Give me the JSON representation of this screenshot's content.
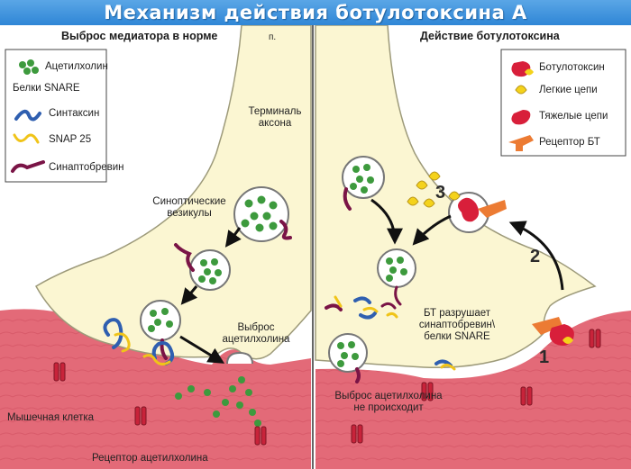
{
  "title": "Механизм действия ботулотоксина А",
  "left_panel": {
    "header": "Выброс медиатора в норме",
    "header_mark": "п.",
    "legend": {
      "acetylcholine": "Ацетилхолин",
      "snare_group": "Белки SNARE",
      "syntaxin": "Синтаксин",
      "snap25": "SNAP 25",
      "synaptobrevin": "Синаптобревин"
    },
    "axon_terminal": "Терминаль аксона",
    "synaptic_vesicles": "Синоптические везикулы",
    "ach_release": "Выброс ацетилхолина",
    "muscle_cell": "Мышечная клетка",
    "ach_receptor": "Рецептор ацетилхолина"
  },
  "right_panel": {
    "header": "Действие ботулотоксина",
    "legend": {
      "botulotoxin": "Ботулотоксин",
      "light_chains": "Легкие цепи",
      "heavy_chains": "Тяжелые цепи",
      "bt_receptor": "Рецептор БТ"
    },
    "bt_cleaves": "БТ разрушает синаптобревин\\ белки SNARE",
    "no_release": "Выброс ацетилхолина не происходит",
    "steps": [
      "1",
      "2",
      "3"
    ]
  },
  "colors": {
    "title_bg": "#3b8fdc",
    "cytoplasm": "#fbf6d2",
    "muscle": "#e46e7c",
    "vesicle_dot": "#3d9a3d",
    "syntaxin": "#2f5fb0",
    "snap25": "#f0c419",
    "synaptobrevin": "#7a1446",
    "toxin_heavy": "#d81f3a",
    "toxin_light": "#f4d21b",
    "bt_receptor": "#ec7b33"
  }
}
